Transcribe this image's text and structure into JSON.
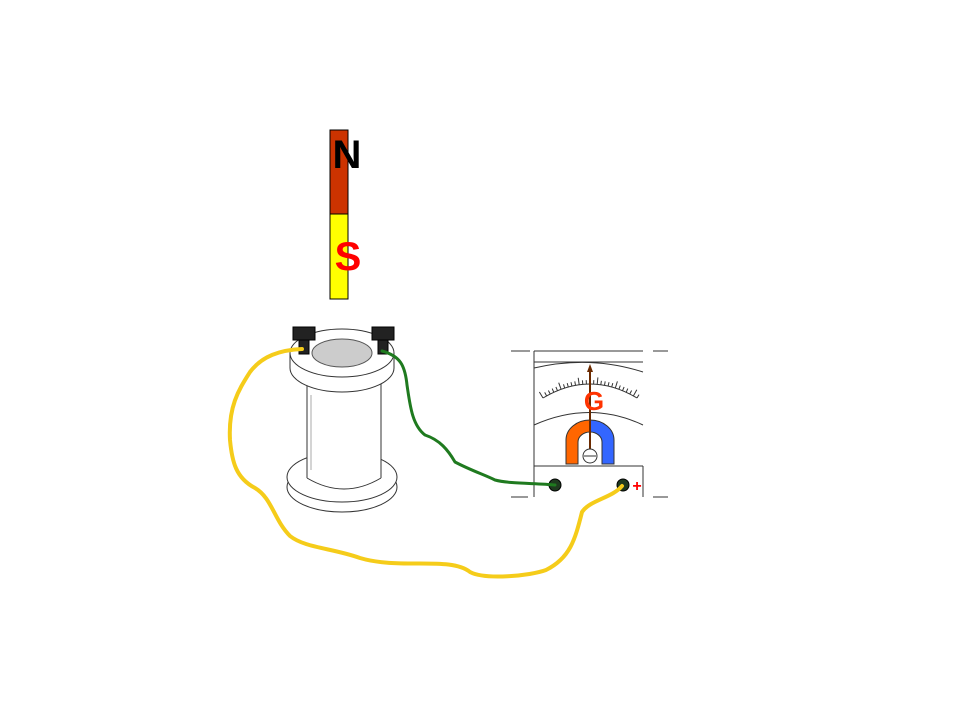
{
  "magnet": {
    "north_label": "N",
    "south_label": "S",
    "north_color": "#cc3300",
    "south_color": "#ffff00",
    "north_text_color": "#000000",
    "south_text_color": "#ff0000"
  },
  "galvanometer": {
    "label": "G",
    "label_color": "#ff3300",
    "plus_label": "+",
    "plus_color": "#ff0000",
    "needle_color": "#6b2a00",
    "magnet_colors": [
      "#ff6600",
      "#3366ff"
    ]
  },
  "wires": {
    "left_wire_color": "#f5cc1a",
    "right_wire_color": "#1f7a1f"
  },
  "coil": {
    "core_color": "#cccccc"
  }
}
